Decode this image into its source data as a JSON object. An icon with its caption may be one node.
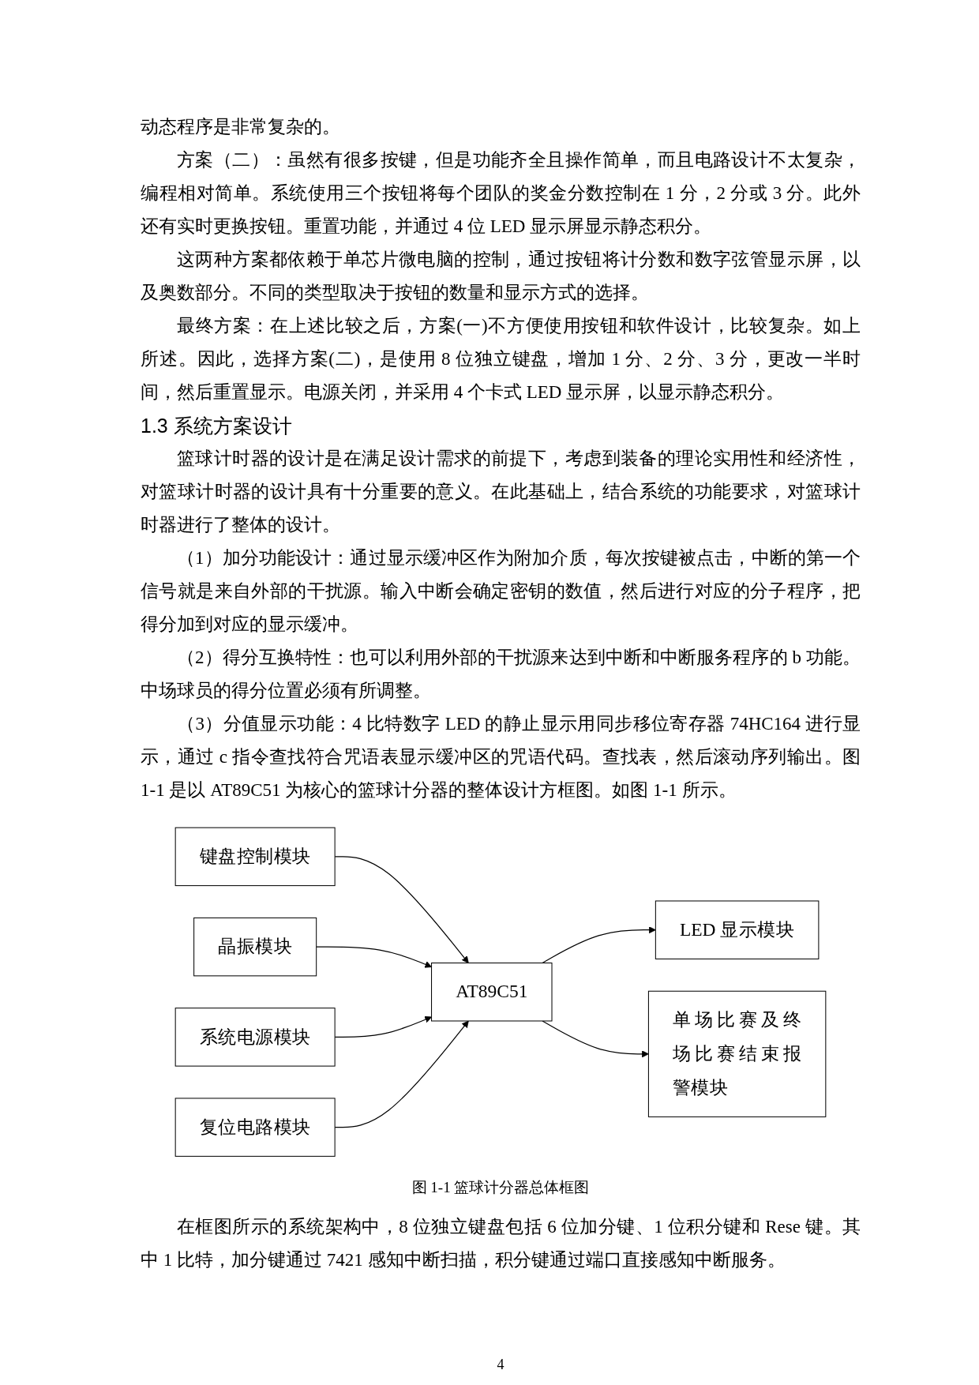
{
  "diagram": {
    "caption": "图 1-1  篮球计分器总体框图",
    "nodes": [
      {
        "text": [
          "键盘控制模块"
        ]
      },
      {
        "text": [
          "晶振模块"
        ]
      },
      {
        "text": [
          "系统电源模块"
        ]
      },
      {
        "text": [
          "复位电路模块"
        ]
      },
      {
        "text": [
          "AT89C51"
        ]
      },
      {
        "text": [
          "LED 显示模块"
        ]
      },
      {
        "text": [
          "单场比赛及终场比赛结束报警模块"
        ]
      }
    ],
    "edges": [
      {
        "from": 0,
        "to": 4,
        "arrow": "to"
      },
      {
        "from": 1,
        "to": 4,
        "arrow": "to"
      },
      {
        "from": 2,
        "to": 4,
        "arrow": "to"
      },
      {
        "from": 3,
        "to": 4,
        "arrow": "to"
      },
      {
        "from": 4,
        "to": 5,
        "arrow": "to"
      },
      {
        "from": 4,
        "to": 6,
        "arrow": "to"
      }
    ],
    "labels": [
      "动态程序是非常复杂的。",
      "方案（二）：虽然有很多按键，但是功能齐全且操作简单，而且电路设计不太复杂，编程相对简单。系统使用三个按钮将每个团队的奖金分数控制在 1 分，2 分或 3 分。此外还有实时更换按钮。重置功能，并通过 4 位 LED 显示屏显示静态积分。",
      "这两种方案都依赖于单芯片微电脑的控制，通过按钮将计分数和数字弦管显示屏，以及奥数部分。不同的类型取决于按钮的数量和显示方式的选择。",
      "最终方案：在上述比较之后，方案(一)不方便使用按钮和软件设计，比较复杂。如上所述。因此，选择方案(二)，是使用 8 位独立键盘，增加 1 分、2 分、3 分，更改一半时间，然后重置显示。电源关闭，并采用 4 个卡式 LED 显示屏，以显示静态积分。",
      "1.3  系统方案设计",
      "篮球计时器的设计是在满足设计需求的前提下，考虑到装备的理论实用性和经济性，对篮球计时器的设计具有十分重要的意义。在此基础上，结合系统的功能要求，对篮球计时器进行了整体的设计。",
      "（1）加分功能设计：通过显示缓冲区作为附加介质，每次按键被点击，中断的第一个信号就是来自外部的干扰源。输入中断会确定密钥的数值，然后进行对应的分子程序，把得分加到对应的显示缓冲。",
      "（2）得分互换特性：也可以利用外部的干扰源来达到中断和中断服务程序的 b 功能。中场球员的得分位置必须有所调整。",
      "（3）分值显示功能：4 比特数字 LED 的静止显示用同步移位寄存器 74HC164 进行显示，通过 c 指令查找符合咒语表显示缓冲区的咒语代码。查找表，然后滚动序列输出。图 1-1 是以 AT89C51 为核心的篮球计分器的整体设计方框图。如图 1-1 所示。",
      "在框图所示的系统架构中，8 位独立键盘包括 6 位加分键、1 位积分键和 Rese 键。其中 1 比特，加分键通过 7421 感知中断扫描，积分键通过端口直接感知中断服务。",
      "4"
    ]
  }
}
